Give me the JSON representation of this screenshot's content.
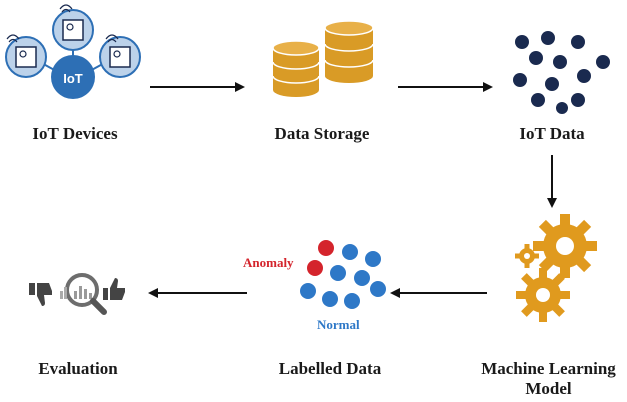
{
  "nodes": {
    "iot_devices": {
      "label": "IoT Devices",
      "hub_text": "IoT"
    },
    "data_storage": {
      "label": "Data Storage"
    },
    "iot_data": {
      "label": "IoT Data"
    },
    "ml_model": {
      "label_line1": "Machine Learning",
      "label_line2": "Model"
    },
    "labelled_data": {
      "label": "Labelled Data",
      "anomaly": "Anomaly",
      "normal": "Normal"
    },
    "evaluation": {
      "label": "Evaluation"
    }
  },
  "colors": {
    "iot_blue": "#2d6fb5",
    "iot_light": "#bcd2ea",
    "storage_gold": "#d99b26",
    "data_navy": "#1a2a4f",
    "gear_gold": "#e09a1e",
    "anomaly_red": "#d4242c",
    "normal_blue": "#2e78c7",
    "arrow": "#111111",
    "eval_gray": "#6d6d6d"
  }
}
